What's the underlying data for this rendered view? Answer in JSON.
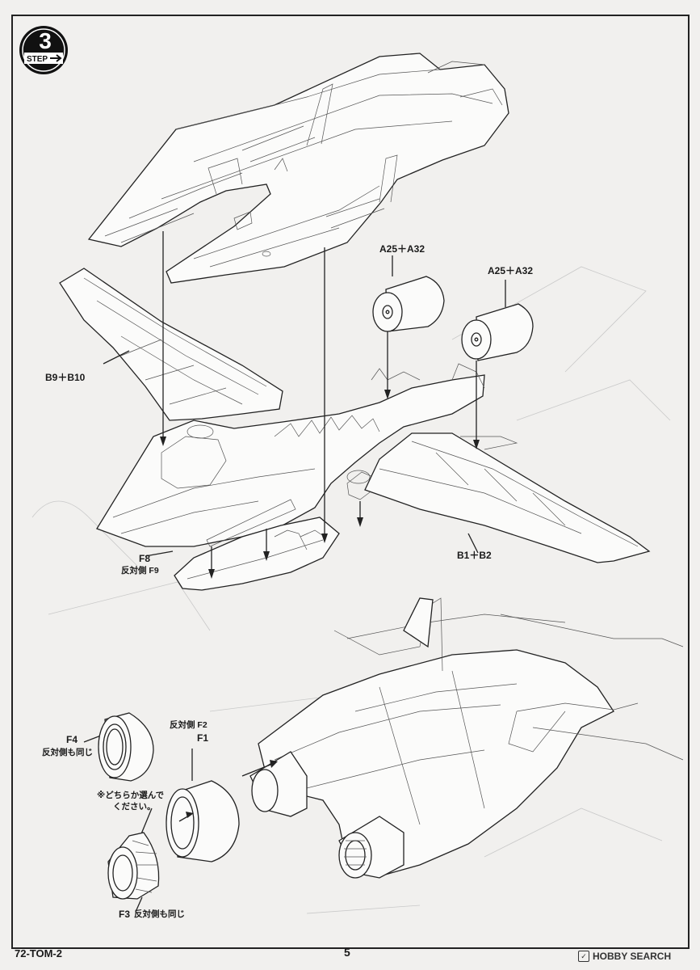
{
  "step": {
    "label": "STEP",
    "number": "3"
  },
  "labels": {
    "b9_b10": "B9＋B10",
    "a25_a32_left": "A25＋A32",
    "a25_a32_right": "A25＋A32",
    "f8": "F8",
    "f8_note": "反対側 F9",
    "b1_b2": "B1＋B2",
    "f4": "F4",
    "f4_note": "反対側も同じ",
    "f1_note": "反対側 F2",
    "f1": "F1",
    "choose_note_1": "※どちらか選んで",
    "choose_note_2": "ください。",
    "f3": "F3",
    "f3_note": "反対側も同じ"
  },
  "footer": {
    "code": "72-TOM-2",
    "page_number": "5",
    "watermark": "HOBBY SEARCH"
  },
  "icons": [
    "step-badge-icon",
    "arrow-icon",
    "hobby-search-logo-icon"
  ]
}
